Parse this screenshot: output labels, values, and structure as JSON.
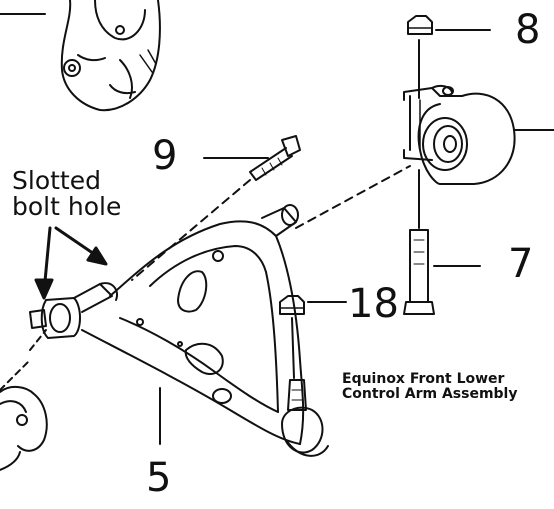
{
  "labels": {
    "n5": "5",
    "n7": "7",
    "n8": "8",
    "n9": "9",
    "n18": "18"
  },
  "note": {
    "line1": "Slotted",
    "line2": "bolt hole"
  },
  "caption": {
    "line1": "Equinox Front Lower",
    "line2": "Control Arm Assembly"
  }
}
